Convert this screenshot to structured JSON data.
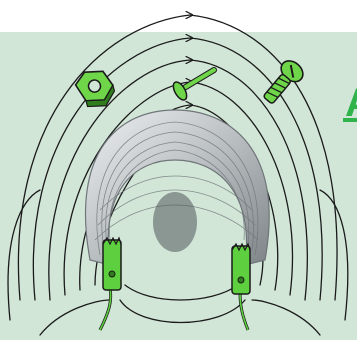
{
  "colors": {
    "background_panel": "#d2e6d8",
    "background_top": "#ffffff",
    "field_line": "#1a1a1a",
    "hardware_green": "#6fd64a",
    "hardware_dark": "#2f7d1d",
    "spring_silver": "#c4c8cb",
    "spring_shadow": "#7e8488",
    "clip_green": "#5ed040",
    "title_letter": "#2fb34a"
  },
  "icons": {
    "hex_nut": "hex-nut-icon",
    "nail": "nail-icon",
    "screw": "screw-icon",
    "slinky": "slinky-coil",
    "left_clip": "alligator-clip-left",
    "right_clip": "alligator-clip-right"
  },
  "cropped_letter": "A"
}
